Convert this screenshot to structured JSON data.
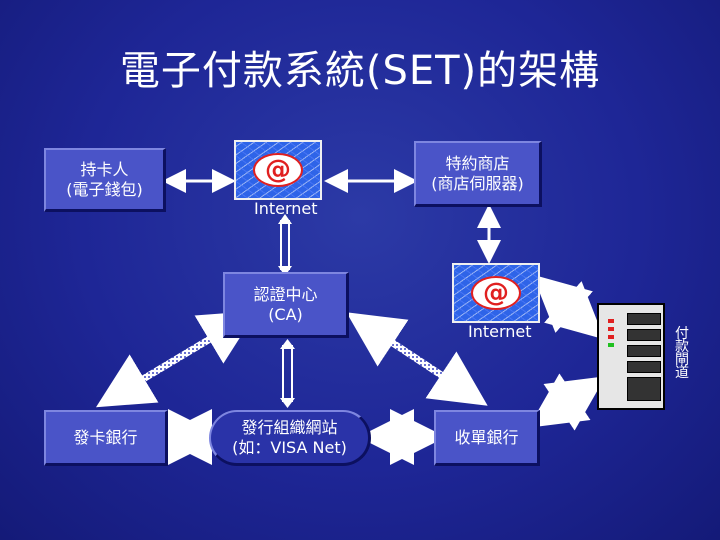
{
  "title": "電子付款系統(SET)的架構",
  "nodes": {
    "cardholder": {
      "line1": "持卡人",
      "line2": "(電子錢包)"
    },
    "merchant": {
      "line1": "特約商店",
      "line2": "(商店伺服器)"
    },
    "ca": {
      "line1": "認證中心",
      "line2": "(CA)"
    },
    "issuer": {
      "line1": "發卡銀行"
    },
    "network": {
      "line1": "發行組織網站",
      "line2": "(如：VISA Net)"
    },
    "acquirer": {
      "line1": "收單銀行"
    }
  },
  "internet_top": {
    "label": "Internet",
    "icon": "at-sign-icon"
  },
  "internet_right": {
    "label": "Internet",
    "icon": "at-sign-icon"
  },
  "gateway": {
    "label": "付款閘道",
    "icon": "server-rack-icon"
  },
  "colors": {
    "background": "#1e2696",
    "box": "#4a54c8",
    "arrow": "#ffffff",
    "at_sign": "#e02020"
  }
}
